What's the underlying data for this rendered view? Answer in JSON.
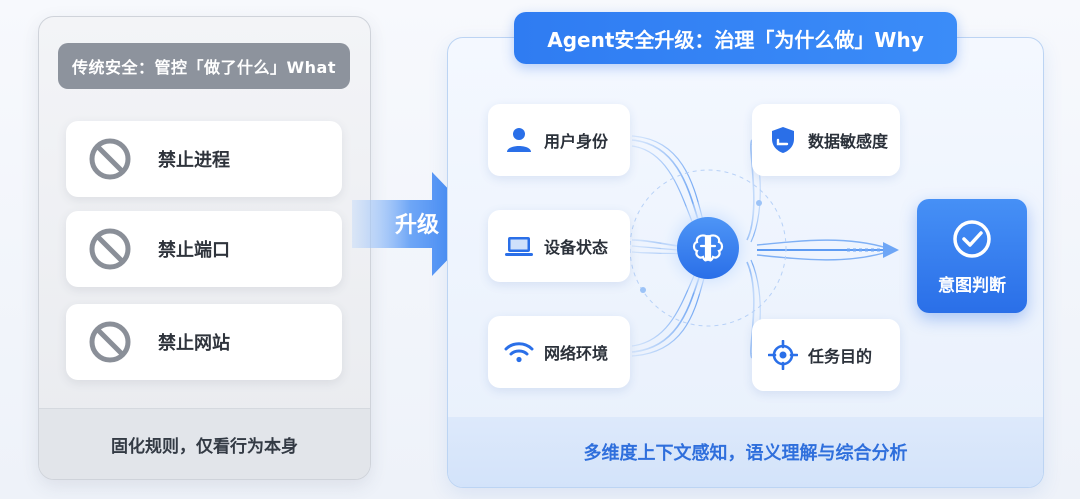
{
  "left_panel": {
    "title": "传统安全：管控「做了什么」What",
    "rules": [
      {
        "label": "禁止进程",
        "icon": "ban-icon"
      },
      {
        "label": "禁止端口",
        "icon": "ban-icon"
      },
      {
        "label": "禁止网站",
        "icon": "ban-icon"
      }
    ],
    "footer": "固化规则，仅看行为本身"
  },
  "transition": {
    "label": "升级"
  },
  "right_panel": {
    "title": "Agent安全升级：治理「为什么做」Why",
    "factors": [
      {
        "label": "用户身份",
        "icon": "user-icon"
      },
      {
        "label": "设备状态",
        "icon": "laptop-icon"
      },
      {
        "label": "网络环境",
        "icon": "wifi-icon"
      },
      {
        "label": "数据敏感度",
        "icon": "shield-icon"
      },
      {
        "label": "任务目的",
        "icon": "target-icon"
      }
    ],
    "core_icon": "brain-icon",
    "output": {
      "label": "意图判断",
      "icon": "check-circle-icon"
    },
    "footer": "多维度上下文感知，语义理解与综合分析"
  },
  "colors": {
    "accent": "#2f7cf2",
    "gray_title": "#8d939d",
    "icon_blue": "#2a6fe8",
    "ban_gray": "#8a8f98"
  }
}
